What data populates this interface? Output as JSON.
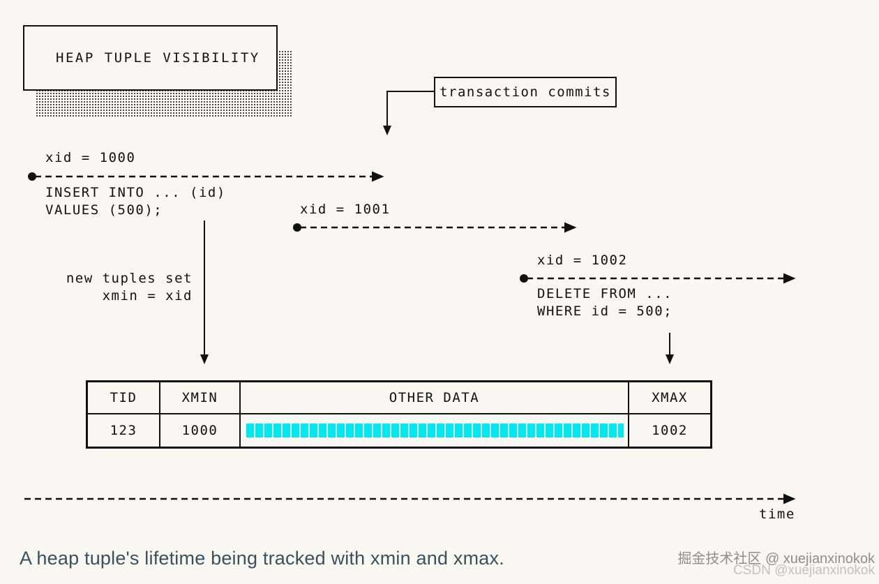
{
  "title": "HEAP TUPLE VISIBILITY",
  "commit_label": "transaction commits",
  "timelines": [
    {
      "xid_label": "xid = 1000",
      "code_lines": [
        "INSERT INTO ... (id)",
        "VALUES (500);"
      ]
    },
    {
      "xid_label": "xid = 1001",
      "code_lines": []
    },
    {
      "xid_label": "xid = 1002",
      "code_lines": [
        "DELETE FROM ...",
        "WHERE id = 500;"
      ]
    }
  ],
  "annotation": {
    "line1": "new tuples set",
    "line2": "xmin = xid"
  },
  "table": {
    "headers": [
      "TID",
      "XMIN",
      "OTHER DATA",
      "XMAX"
    ],
    "row": {
      "tid": "123",
      "xmin": "1000",
      "xmax": "1002"
    }
  },
  "time_label": "time",
  "caption": "A heap tuple's lifetime being tracked with xmin and xmax.",
  "watermark": {
    "line1": "掘金技术社区 @ xuejianxinokok",
    "line2": "CSDN @xuejianxinokok"
  },
  "colors": {
    "highlight": "#00e9f2",
    "background": "#f8f7f2",
    "ink": "#111111",
    "caption_text": "#3d4f5a"
  }
}
